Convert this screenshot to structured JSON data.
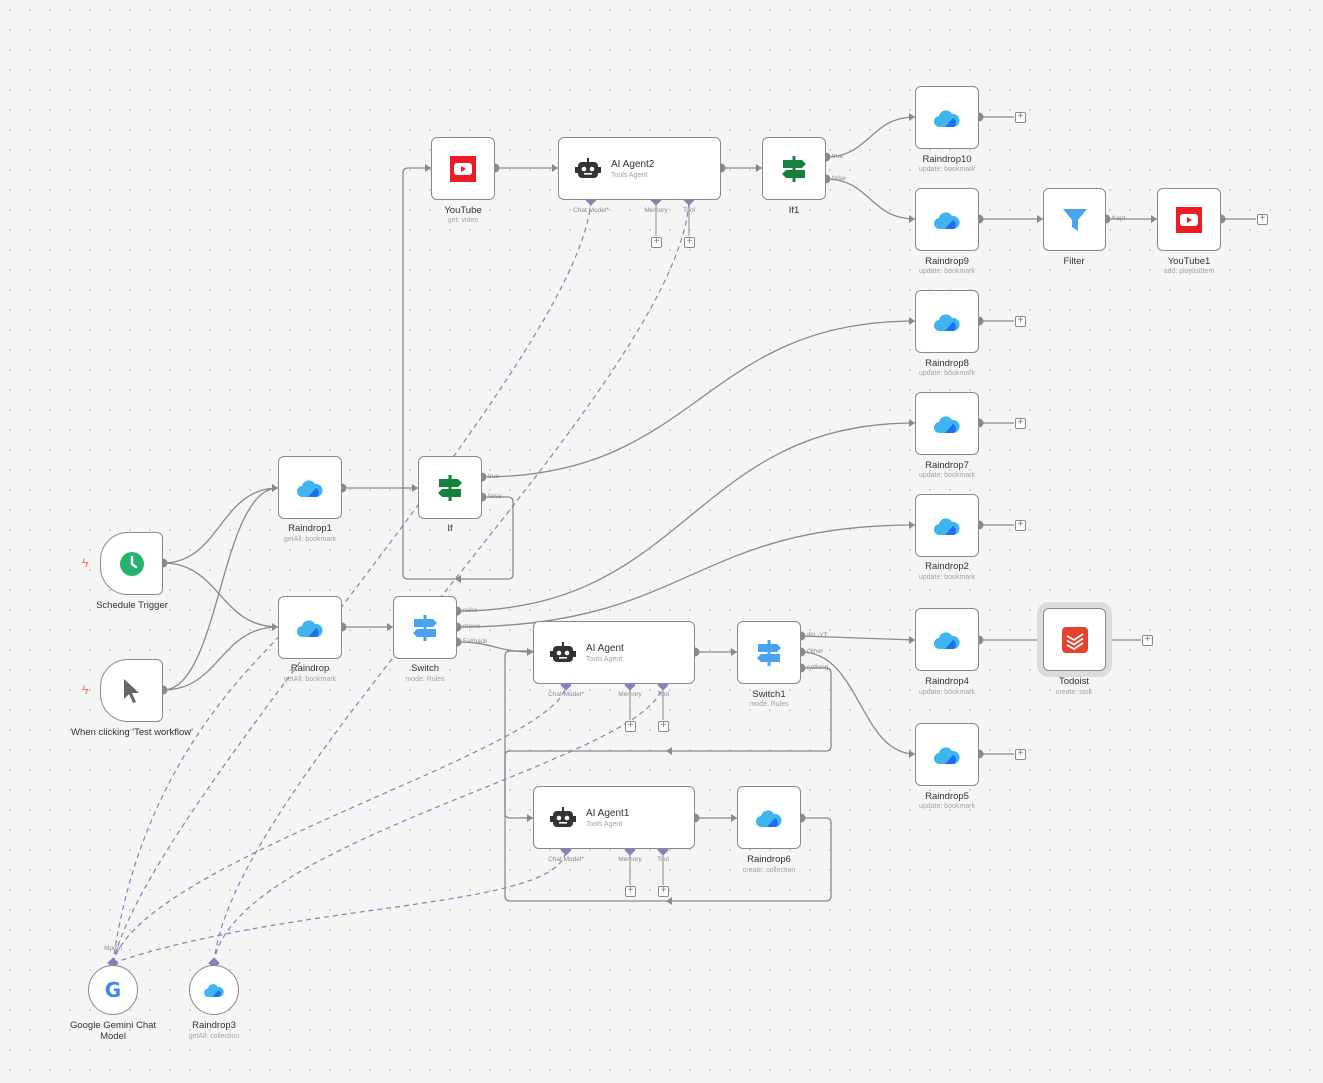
{
  "nodes": {
    "youtube": {
      "title": "YouTube",
      "subtitle": "get: video"
    },
    "ai_agent2": {
      "title": "AI Agent2",
      "subtitle": "Tools Agent",
      "ports": {
        "chat_model": "Chat Model",
        "memory": "Memory",
        "tool": "Tool"
      }
    },
    "if1": {
      "title": "If1",
      "out_true": "true",
      "out_false": "false"
    },
    "raindrop10": {
      "title": "Raindrop10",
      "subtitle": "update: bookmark"
    },
    "raindrop9": {
      "title": "Raindrop9",
      "subtitle": "update: bookmark"
    },
    "filter": {
      "title": "Filter",
      "out_kept": "Kept"
    },
    "youtube1": {
      "title": "YouTube1",
      "subtitle": "add: playlistItem"
    },
    "raindrop8": {
      "title": "Raindrop8",
      "subtitle": "update: bookmark"
    },
    "raindrop7": {
      "title": "Raindrop7",
      "subtitle": "update: bookmark"
    },
    "raindrop2": {
      "title": "Raindrop2",
      "subtitle": "update: bookmark"
    },
    "raindrop1": {
      "title": "Raindrop1",
      "subtitle": "getAll: bookmark"
    },
    "if": {
      "title": "If",
      "out_true": "true",
      "out_false": "false"
    },
    "schedule_trigger": {
      "title": "Schedule Trigger"
    },
    "raindrop": {
      "title": "Raindrop",
      "subtitle": "getAll: bookmark"
    },
    "switch": {
      "title": "Switch",
      "subtitle": "mode: Rules",
      "out_1": "reiko",
      "out_2": "movie",
      "out_3": "Fallback"
    },
    "ai_agent": {
      "title": "AI Agent",
      "subtitle": "Tools Agent",
      "ports": {
        "chat_model": "Chat Model",
        "memory": "Memory",
        "tool": "Tool"
      }
    },
    "switch1": {
      "title": "Switch1",
      "subtitle": "mode: Rules",
      "out_1": "IRL-YT",
      "out_2": "Other",
      "out_3": "nothing"
    },
    "raindrop4": {
      "title": "Raindrop4",
      "subtitle": "update: bookmark"
    },
    "todoist": {
      "title": "Todoist",
      "subtitle": "create: task"
    },
    "manual_trigger": {
      "title": "When clicking 'Test workflow'"
    },
    "raindrop5": {
      "title": "Raindrop5",
      "subtitle": "update: bookmark"
    },
    "ai_agent1": {
      "title": "AI Agent1",
      "subtitle": "Tools Agent",
      "ports": {
        "chat_model": "Chat Model",
        "memory": "Memory",
        "tool": "Tool"
      }
    },
    "raindrop6": {
      "title": "Raindrop6",
      "subtitle": "create: collection"
    },
    "gemini": {
      "title": "Google Gemini Chat Model",
      "port_model": "Model"
    },
    "raindrop3": {
      "title": "Raindrop3",
      "subtitle": "getAll: collection"
    }
  },
  "required_marker": "*",
  "add_button_symbol": "+",
  "icons": {
    "raindrop": "cloud-icon",
    "youtube": "youtube-icon",
    "if": "signpost-icon",
    "switch": "signpost-icon",
    "filter": "funnel-icon",
    "agent": "robot-icon",
    "schedule": "clock-icon",
    "manual": "cursor-icon",
    "todoist": "todoist-icon",
    "gemini": "google-icon",
    "trigger_marker": "bolt-icon"
  },
  "colors": {
    "canvas": "#f5f5f5",
    "edge": "#8a8a8a",
    "ai_edge": "#8183b9",
    "raindrop_blue": "#1e6ff0",
    "youtube_red": "#ee1c25",
    "if_green": "#14823e",
    "switch_blue": "#4aa3f0",
    "schedule_green": "#26b36f",
    "todoist_red": "#e44332"
  }
}
